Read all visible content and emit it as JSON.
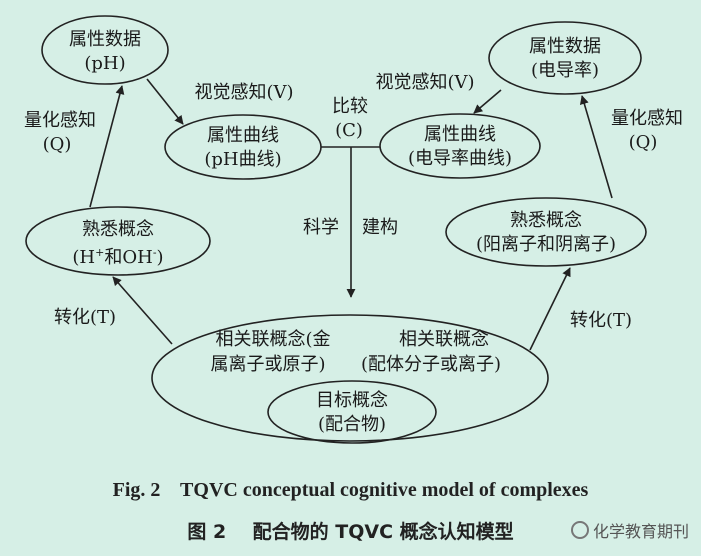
{
  "nodes": {
    "attr_data_ph": {
      "line1": "属性数据",
      "line2": "(pH)"
    },
    "attr_data_cond": {
      "line1": "属性数据",
      "line2": "(电导率)"
    },
    "attr_curve_ph": {
      "line1": "属性曲线",
      "line2": "(pH曲线)"
    },
    "attr_curve_cond": {
      "line1": "属性曲线",
      "line2": "(电导率曲线)"
    },
    "familiar_ions_h": {
      "line1": "熟悉概念"
    },
    "familiar_ions_ion": {
      "line1": "熟悉概念",
      "line2": "(阳离子和阴离子)"
    },
    "related": {
      "left1": "相关联概念(金",
      "left2": "属离子或原子)",
      "right1": "相关联概念",
      "right2": "(配体分子或离子)"
    },
    "target": {
      "line1": "目标概念",
      "line2": "(配合物)"
    }
  },
  "labels": {
    "quant_left": "量化感知",
    "quant_left_q": "(Q)",
    "quant_right": "量化感知",
    "quant_right_q": "(Q)",
    "visual_left": "视觉感知(V)",
    "visual_right": "视觉感知(V)",
    "compare": "比较",
    "compare_c": "(C)",
    "science": "科学",
    "construct": "建构",
    "transform_left": "转化(T)",
    "transform_right": "转化(T)"
  },
  "caption": {
    "en": "Fig. 2    TQVC conceptual cognitive model of complexes",
    "zh": "图 2    配合物的 TQVC 概念认知模型"
  },
  "watermark": "化学教育期刊"
}
